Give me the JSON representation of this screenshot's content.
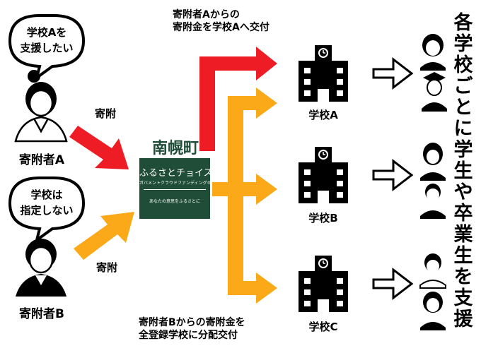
{
  "donor_a": {
    "bubble": [
      "学校Aを",
      "支援したい"
    ],
    "label": "寄附者A"
  },
  "donor_b": {
    "bubble": [
      "学校は",
      "指定しない"
    ],
    "label": "寄附者B"
  },
  "donation_label_top": "寄附",
  "donation_label_bottom": "寄附",
  "town": {
    "name": "南幌町",
    "platform_title": "ふるさとチョイス",
    "platform_subtitle": "ガバメントクラウドファンディング®",
    "platform_tagline": "あなたの意思をふるさとに"
  },
  "flow_a_caption": [
    "寄附者Aからの",
    "寄附金を学校Aへ交付"
  ],
  "flow_b_caption": [
    "寄附者Bからの寄附金を",
    "全登録学校に分配交付"
  ],
  "schools": [
    {
      "label": "学校A"
    },
    {
      "label": "学校B"
    },
    {
      "label": "学校C"
    }
  ],
  "vertical_caption": "各学校ごとに学生や卒業生を支援",
  "colors": {
    "red_arrow": "#ee1c24",
    "orange_arrow": "#fba919",
    "town_green": "#1f4d37",
    "ink": "#000000"
  }
}
